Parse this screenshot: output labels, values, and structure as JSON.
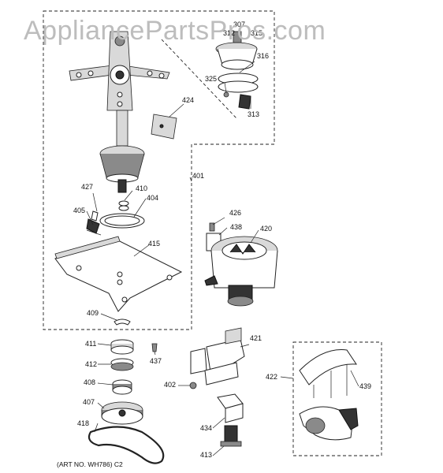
{
  "watermark": "AppliancePartsPros.com",
  "art_number": "(ART NO. WH786) C2",
  "callouts": [
    {
      "id": "c307",
      "text": "307"
    },
    {
      "id": "c312",
      "text": "312"
    },
    {
      "id": "c315",
      "text": "315"
    },
    {
      "id": "c316",
      "text": "316"
    },
    {
      "id": "c325",
      "text": "325"
    },
    {
      "id": "c313",
      "text": "313"
    },
    {
      "id": "c424",
      "text": "424"
    },
    {
      "id": "c401",
      "text": "401"
    },
    {
      "id": "c427",
      "text": "427"
    },
    {
      "id": "c410",
      "text": "410"
    },
    {
      "id": "c404",
      "text": "404"
    },
    {
      "id": "c405",
      "text": "405"
    },
    {
      "id": "c426",
      "text": "426"
    },
    {
      "id": "c438",
      "text": "438"
    },
    {
      "id": "c420",
      "text": "420"
    },
    {
      "id": "c415",
      "text": "415"
    },
    {
      "id": "c409",
      "text": "409"
    },
    {
      "id": "c411",
      "text": "411"
    },
    {
      "id": "c412",
      "text": "412"
    },
    {
      "id": "c437",
      "text": "437"
    },
    {
      "id": "c408",
      "text": "408"
    },
    {
      "id": "c421",
      "text": "421"
    },
    {
      "id": "c402",
      "text": "402"
    },
    {
      "id": "c422",
      "text": "422"
    },
    {
      "id": "c439",
      "text": "439"
    },
    {
      "id": "c407",
      "text": "407"
    },
    {
      "id": "c434",
      "text": "434"
    },
    {
      "id": "c418",
      "text": "418"
    },
    {
      "id": "c413",
      "text": "413"
    }
  ]
}
